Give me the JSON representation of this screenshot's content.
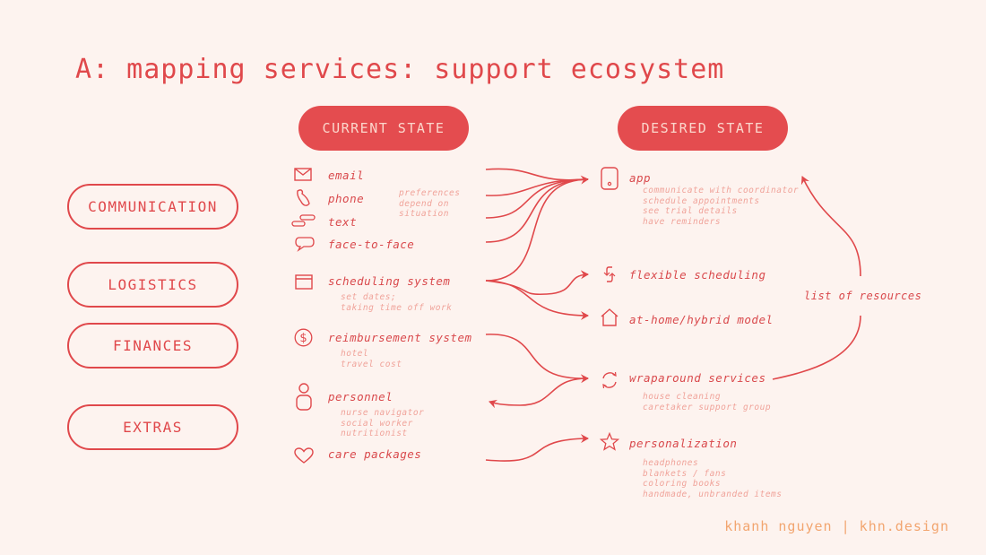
{
  "title": "A: mapping services: support ecosystem",
  "headers": {
    "current": "CURRENT STATE",
    "desired": "DESIRED STATE"
  },
  "categories": [
    "COMMUNICATION",
    "LOGISTICS",
    "FINANCES",
    "EXTRAS"
  ],
  "current": {
    "email": "email",
    "phone": "phone",
    "text": "text",
    "face": "face-to-face",
    "comm_note": [
      "preferences",
      "depend on",
      "situation"
    ],
    "scheduling": "scheduling system",
    "scheduling_note": [
      "set dates;",
      "taking time off work"
    ],
    "reimbursement": "reimbursement system",
    "reimbursement_note": [
      "hotel",
      "travel cost"
    ],
    "personnel": "personnel",
    "personnel_note": [
      "nurse navigator",
      "social worker",
      "nutritionist"
    ],
    "care": "care packages"
  },
  "desired": {
    "app": "app",
    "app_note": [
      "communicate with coordinator",
      "schedule appointments",
      "see trial details",
      "have reminders"
    ],
    "flexible": "flexible scheduling",
    "athome": "at-home/hybrid model",
    "wraparound": "wraparound services",
    "wraparound_note": [
      "house cleaning",
      "caretaker support group"
    ],
    "personalization": "personalization",
    "personalization_note": [
      "headphones",
      "blankets / fans",
      "coloring books",
      "handmade, unbranded items"
    ]
  },
  "loop_label": "list of resources",
  "credit": "khanh nguyen | khn.design",
  "colors": {
    "background": "#fdf3ef",
    "accent": "#e0484b",
    "pill_fill": "#e44c4f",
    "pill_text": "#fbd7cc",
    "note": "#f0a39a",
    "credit": "#f2a56f"
  },
  "icons": [
    "envelope-icon",
    "phone-icon",
    "text-bubbles-icon",
    "speech-bubble-icon",
    "calendar-icon",
    "dollar-icon",
    "person-icon",
    "heart-icon",
    "phone-device-icon",
    "flex-arrows-icon",
    "house-icon",
    "cycle-icon",
    "star-icon"
  ]
}
